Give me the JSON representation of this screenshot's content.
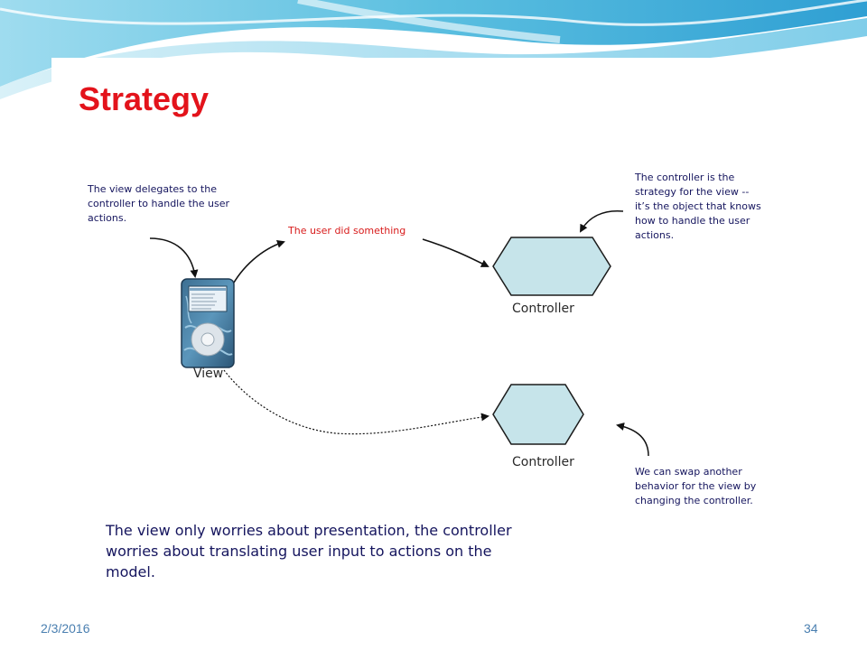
{
  "slide": {
    "title": "Strategy",
    "date": "2/3/2016",
    "number": "34"
  },
  "diagram": {
    "notes": {
      "view_delegates": "The view delegates to the controller to handle the user actions.",
      "user_did_something": "The user did something",
      "controller_strategy": "The controller is the strategy for the view  -- it’s the object that knows how to handle the user actions.",
      "swap_behavior": "We can swap another behavior for the view by changing the controller."
    },
    "labels": {
      "controller_top": "Controller",
      "controller_bottom": "Controller",
      "view": "View"
    },
    "summary": "The view only worries about presentation, the controller worries about translating user input to actions on the model."
  },
  "colors": {
    "title": "#e3131b",
    "note_text": "#15155e",
    "highlight_text": "#d81b1b",
    "hexagon_fill": "#c6e4ea",
    "footer_text": "#4a7fb0"
  },
  "icons": {
    "view_device": "ipod-icon",
    "controller_shape": "hexagon-shape"
  }
}
